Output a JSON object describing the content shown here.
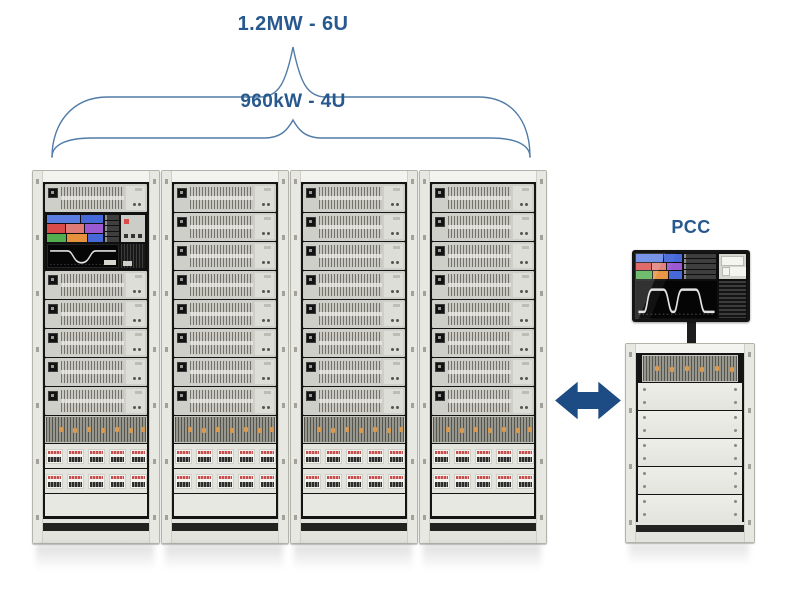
{
  "annotations": {
    "full_system_label": "1.2MW - 6U",
    "subset_label": "960kW - 4U",
    "pcc_label": "PCC"
  },
  "colors": {
    "label-blue": "#27598e",
    "brace-blue": "#517ca8",
    "arrow-blue": "#1d4b83",
    "tile-blue": "#5b7ce0",
    "tile-blue2": "#4668d8",
    "tile-red": "#d94b48",
    "tile-pink": "#e07a76",
    "tile-purple": "#9c5ad2",
    "tile-green": "#52ae4e",
    "tile-orange": "#e6913c",
    "breaker-red": "#c4504f",
    "vent-orange": "#d89a50"
  },
  "system": {
    "power_racks": 4,
    "psu_module_slots_per_rack": 8,
    "breaker_rows_per_rack": 2,
    "breaker_groups_per_row": 5,
    "pcc_blank_panels": 5
  }
}
